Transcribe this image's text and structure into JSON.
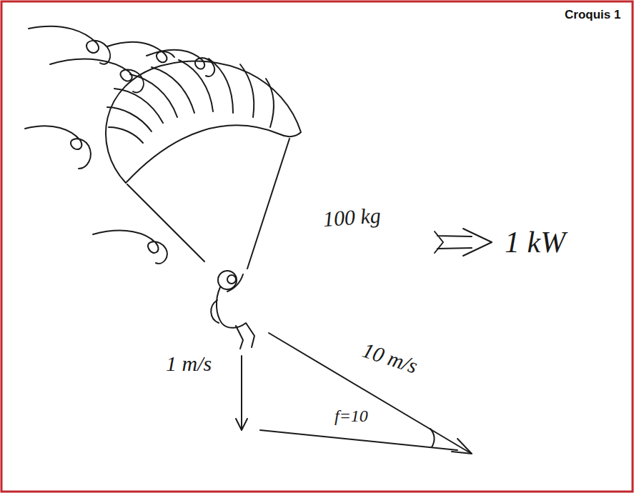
{
  "diagram": {
    "title": "Croquis 1",
    "labels": [
      "100 kg",
      "1 kW",
      "10 m/s",
      "1 m/s",
      "f=10"
    ]
  }
}
